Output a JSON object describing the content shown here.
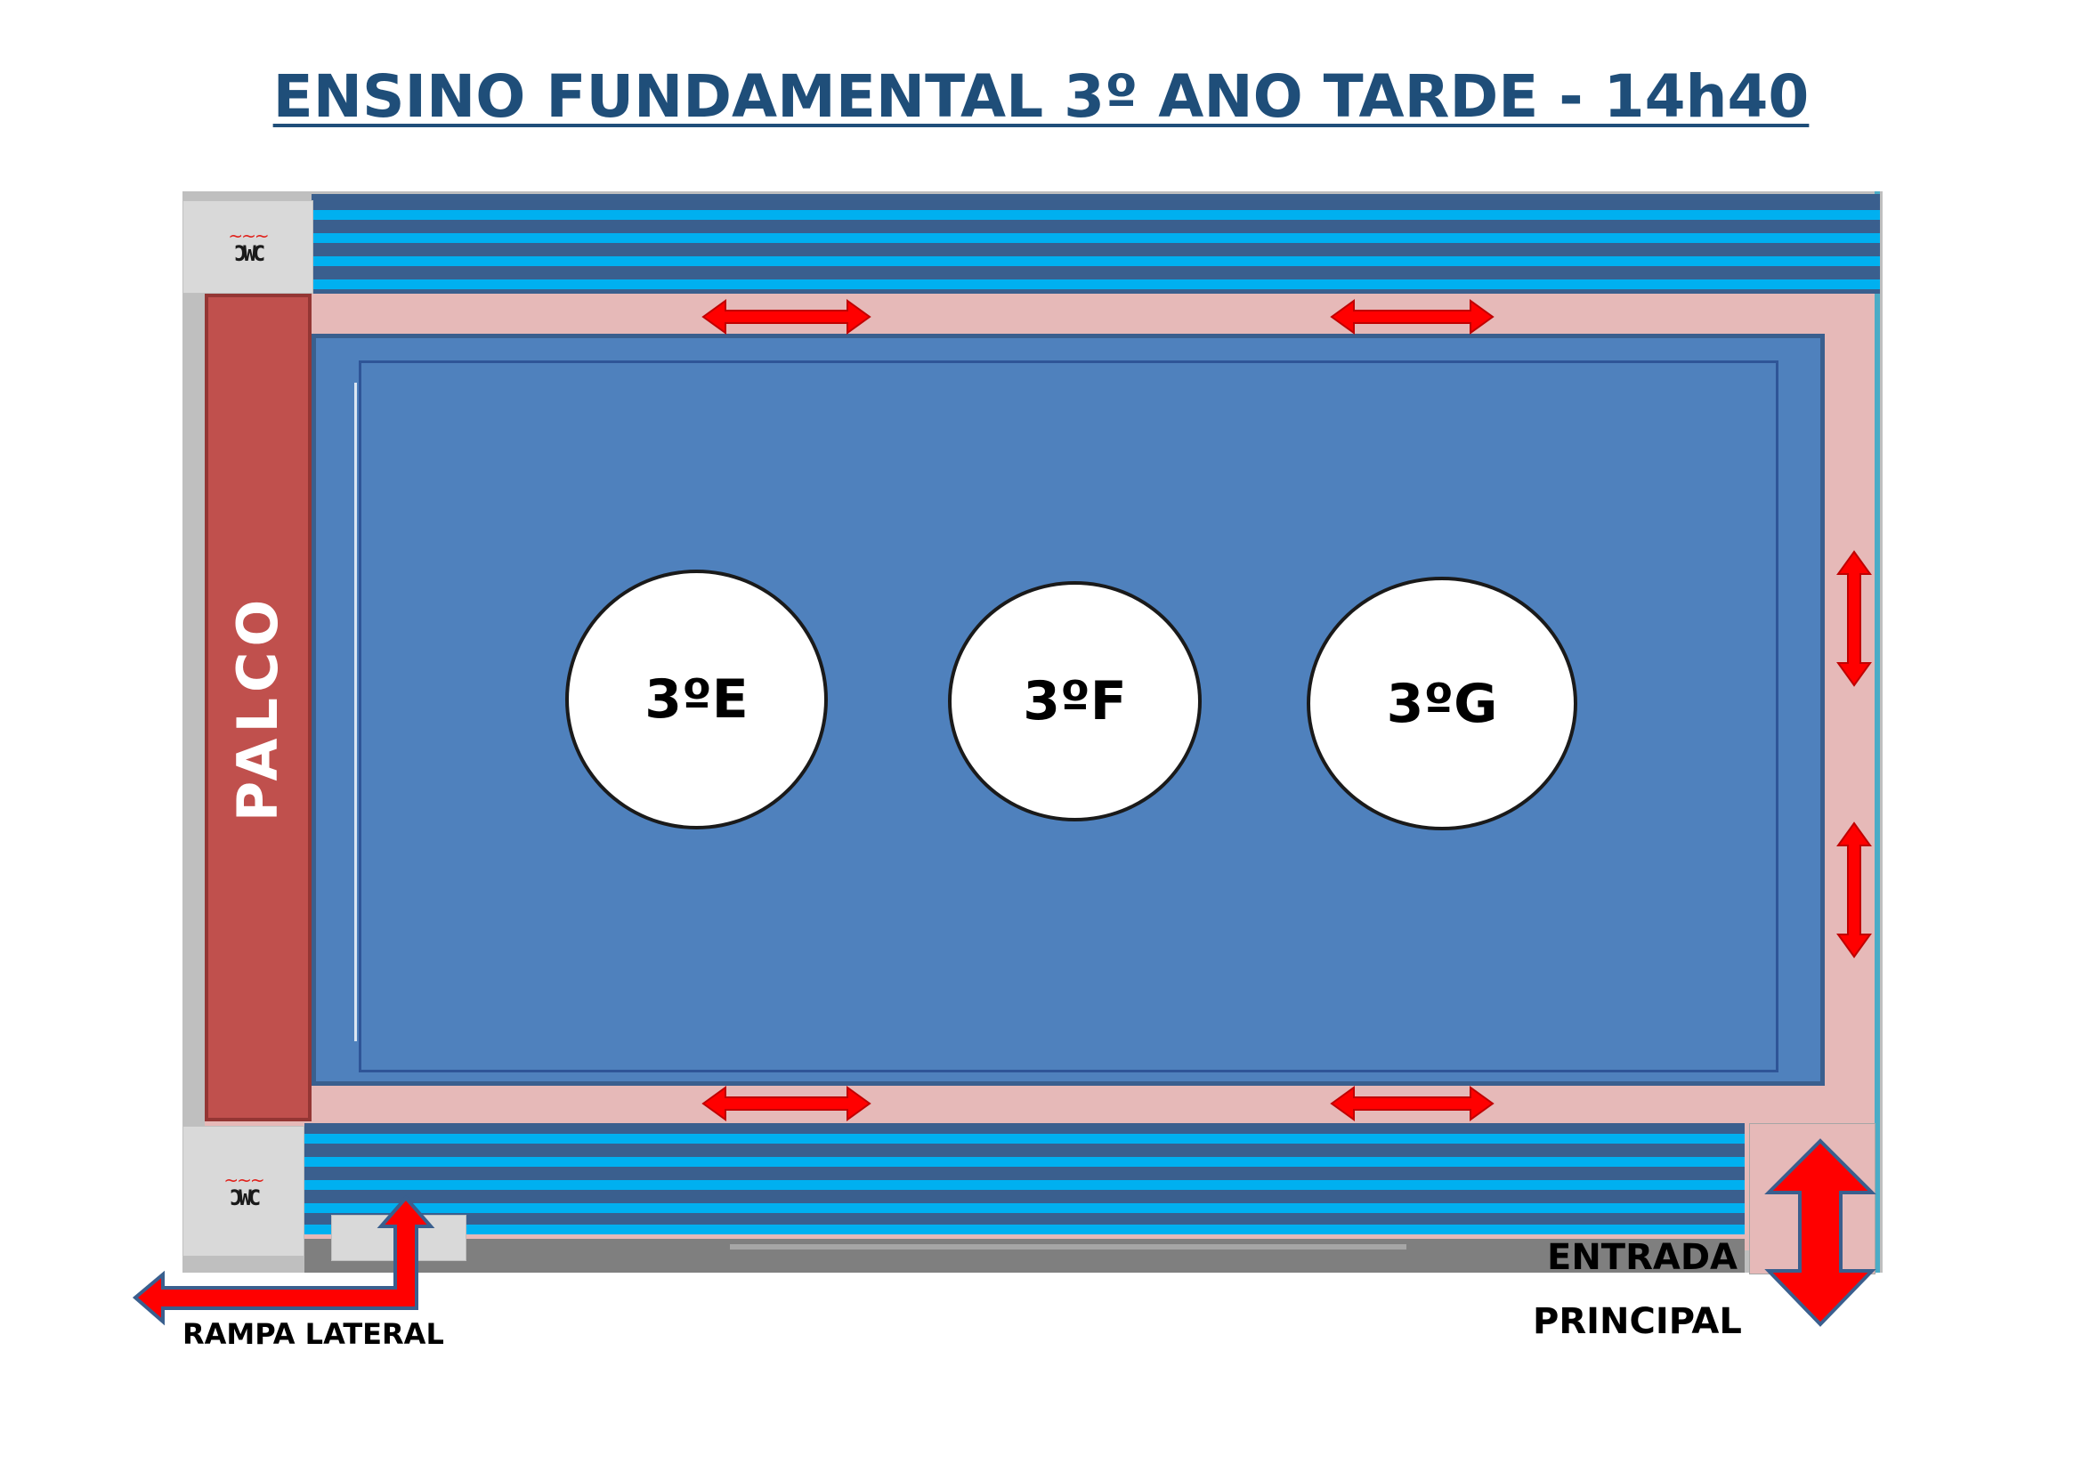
{
  "title": "ENSINO FUNDAMENTAL 3º ANO TARDE - 14h40",
  "stage": {
    "label": "PALCO"
  },
  "groups": [
    {
      "label": "3ºE"
    },
    {
      "label": "3ºF"
    },
    {
      "label": "3ºG"
    }
  ],
  "restrooms": {
    "top": "ƆWC",
    "bottom": "ƆWC"
  },
  "exits": {
    "side_ramp": "RAMPA LATERAL",
    "main_entrance_line1": "ENTRADA",
    "main_entrance_line2": "PRINCIPAL"
  },
  "colors": {
    "title": "#1f4e79",
    "court": "#4f81bd",
    "walkway": "#e6b9b8",
    "stage": "#c0504d",
    "bleacher": "#3a5f8e",
    "bleacher_stripe": "#00b0f0",
    "arrow": "#ff0000"
  },
  "icons": {
    "restroom": "restroom-icon",
    "arrow": "double-arrow-icon"
  }
}
